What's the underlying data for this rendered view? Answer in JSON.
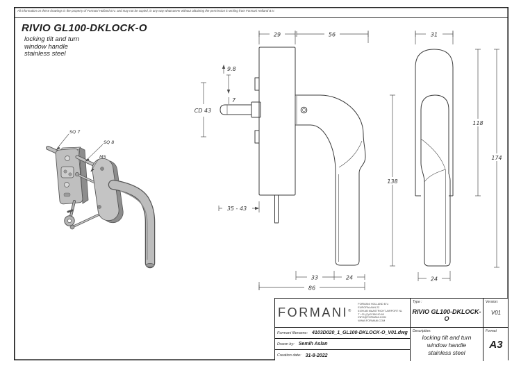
{
  "disclaimer": "All information on these drawings is the property of Formani Holland B.V. and may not be copied, in any way whatsoever without obtaining the permission in writing from Formani Holland B.V.",
  "product": {
    "title": "RIVIO GL100-DKLOCK-O",
    "subtitle_lines": [
      "locking tilt and turn",
      "window handle",
      "stainless steel"
    ]
  },
  "iso": {
    "sq7": "SQ 7",
    "sq8": "SQ 8",
    "m5": "M5"
  },
  "dims": {
    "d29": "29",
    "d56": "56",
    "d31": "31",
    "d98": "9.8",
    "d7": "7",
    "cd43": "CD 43",
    "range": "35 - 43",
    "d138": "138",
    "d33": "33",
    "d24_side": "24",
    "d86": "86",
    "d118": "118",
    "d174": "174",
    "d24_front": "24"
  },
  "titleblock": {
    "brand": "FORMANI",
    "brand_mark": "®",
    "address_lines": [
      "FORMANI HOLLAND B.V.",
      "EUROPALAAN 22",
      "6199 AB MAASTRICHT-AIRPORT NL",
      "T +31 (0)43 358 90 60",
      "INFO@FORMANI.COM",
      "WWW.FORMANI.COM"
    ],
    "type_label": "Type :",
    "type_value": "RIVIO GL100-DKLOCK-O",
    "version_label": "Version:",
    "version_value": "V01",
    "filename_label": "Formani filename:",
    "filename_value": "4103D020_1_GL100-DKLOCK-O_V01.dwg",
    "drawn_label": "Drawn by:",
    "drawn_value": "Semih Aslan",
    "created_label": "Creation date:",
    "created_value": "31-8-2022",
    "description_label": "Description:",
    "description_lines": [
      "locking tilt and turn",
      "window handle",
      "stainless steel"
    ],
    "format_label": "Format",
    "format_value": "A3"
  },
  "colors": {
    "line": "#3a3a3a",
    "dim": "#4a4a4a",
    "fill_light": "#c6c6c6",
    "fill_mid": "#a9a9a9",
    "fill_dark": "#8d8d8d"
  }
}
